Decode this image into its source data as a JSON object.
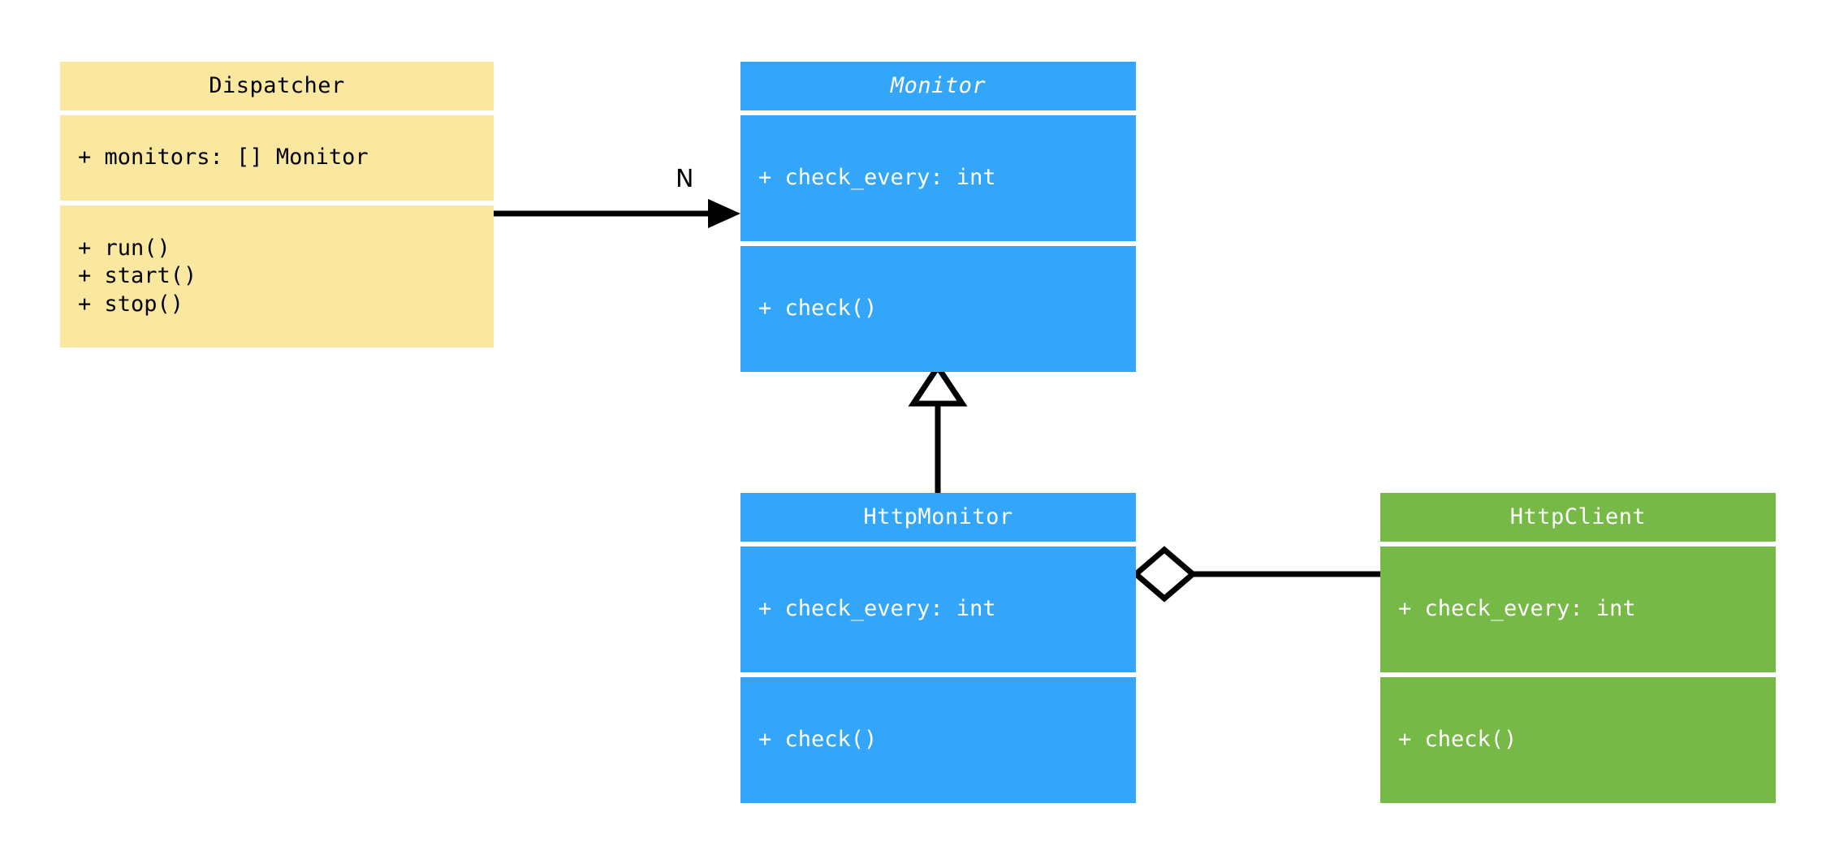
{
  "diagram": {
    "type": "uml-class-diagram",
    "background": "#ffffff",
    "colors": {
      "yellow": "#fbe8a0",
      "blue": "#33a6fa",
      "green": "#76b947",
      "line": "#000000",
      "light_text": "#ffffff",
      "dark_text": "#000000"
    }
  },
  "classes": {
    "dispatcher": {
      "name": "Dispatcher",
      "abstract": false,
      "attributes": [
        "+ monitors: [] Monitor"
      ],
      "methods": [
        "+ run()",
        "+ start()",
        "+ stop()"
      ]
    },
    "monitor": {
      "name": "Monitor",
      "abstract": true,
      "attributes": [
        "+ check_every: int"
      ],
      "methods": [
        "+ check()"
      ]
    },
    "http_monitor": {
      "name": "HttpMonitor",
      "abstract": false,
      "attributes": [
        "+ check_every: int"
      ],
      "methods": [
        "+ check()"
      ]
    },
    "http_client": {
      "name": "HttpClient",
      "abstract": false,
      "attributes": [
        "+ check_every: int"
      ],
      "methods": [
        "+ check()"
      ]
    }
  },
  "relationships": {
    "dispatcher_to_monitor": {
      "kind": "association",
      "from": "Dispatcher",
      "to": "Monitor",
      "arrow": "filled-arrowhead",
      "multiplicity_label": "N"
    },
    "http_monitor_to_monitor": {
      "kind": "generalization",
      "from": "HttpMonitor",
      "to": "Monitor",
      "arrow": "hollow-triangle",
      "multiplicity_label": ""
    },
    "http_monitor_to_http_client": {
      "kind": "aggregation",
      "from": "HttpMonitor",
      "to": "HttpClient",
      "arrow": "hollow-diamond",
      "multiplicity_label": ""
    }
  }
}
